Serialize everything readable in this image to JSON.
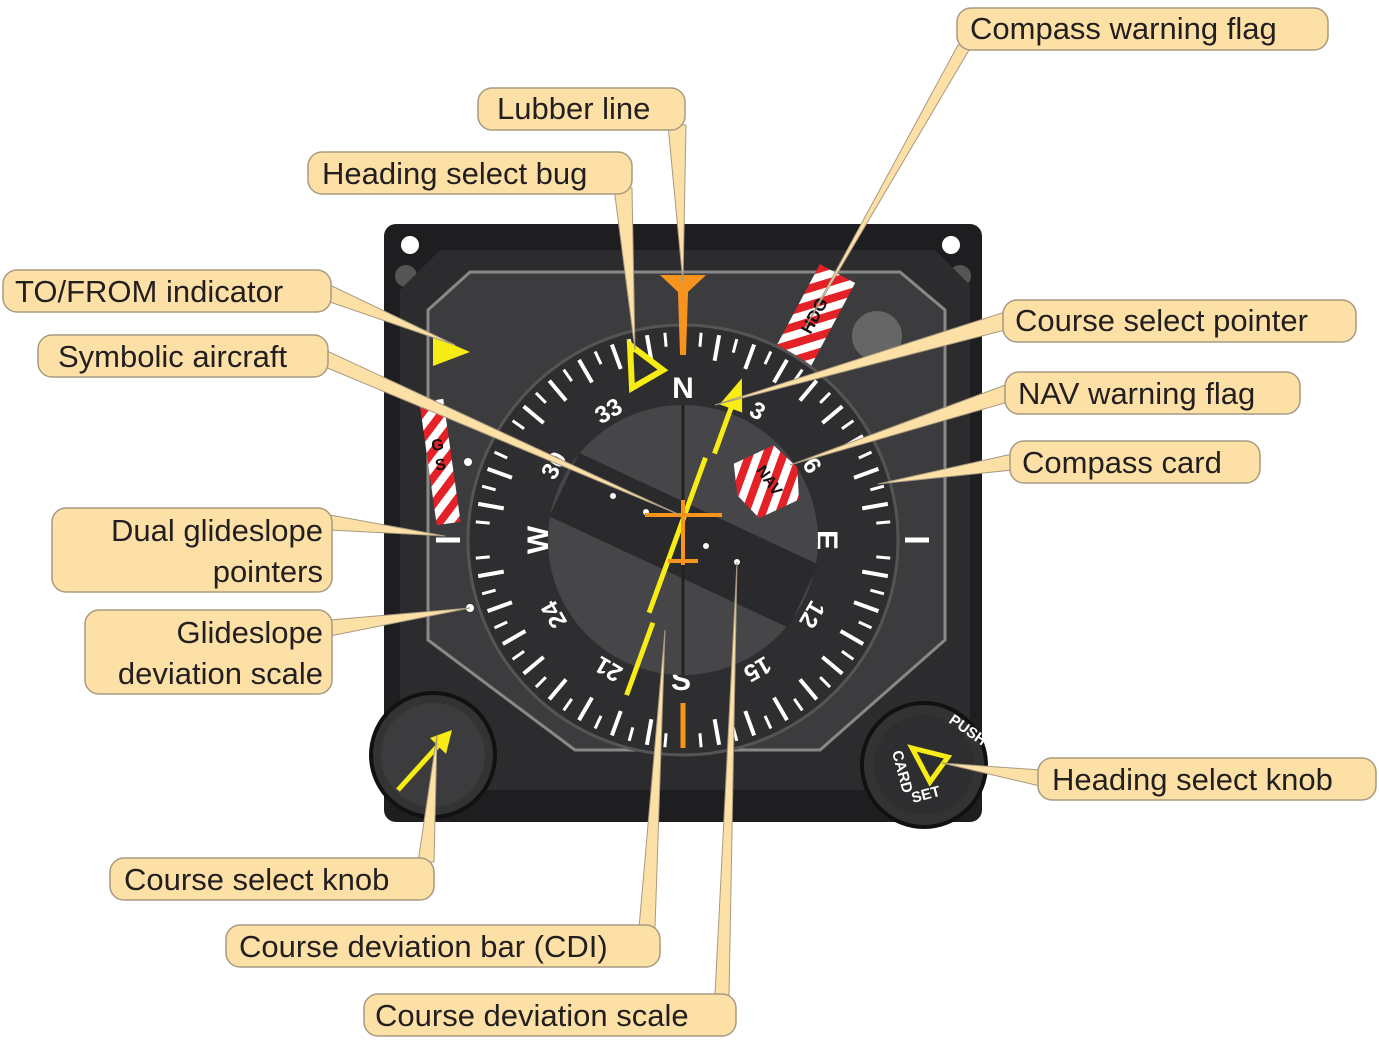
{
  "figure": {
    "title": "Horizontal situation indicator (HSI)",
    "colors": {
      "label_fill": "#fde0a6",
      "label_border": "#a89a80",
      "bezel": "#232323",
      "face": "#3a3a3c",
      "card": "#303032",
      "pointer_yellow": "#f7ec13",
      "lubber_orange": "#f7941d",
      "flag_red": "#e42127"
    }
  },
  "labels": {
    "compass_warning_flag": "Compass warning flag",
    "lubber_line": "Lubber line",
    "heading_select_bug": "Heading select bug",
    "to_from_indicator": "TO/FROM indicator",
    "course_select_pointer": "Course select pointer",
    "symbolic_aircraft": "Symbolic aircraft",
    "nav_warning_flag": "NAV warning flag",
    "compass_card": "Compass card",
    "dual_glideslope_pointers_1": "Dual glideslope",
    "dual_glideslope_pointers_2": "pointers",
    "glideslope_deviation_scale_1": "Glideslope",
    "glideslope_deviation_scale_2": "deviation scale",
    "heading_select_knob": "Heading select knob",
    "course_select_knob": "Course select knob",
    "course_deviation_bar": "Course deviation bar (CDI)",
    "course_deviation_scale": "Course deviation scale"
  },
  "instrument": {
    "card_letters": {
      "n": "N",
      "e": "E",
      "s": "S",
      "w": "W"
    },
    "card_numbers": [
      "3",
      "6",
      "12",
      "15",
      "21",
      "24",
      "30",
      "33"
    ],
    "flags": {
      "hdg": "HDG",
      "nav": "NAV",
      "gs_1": "G",
      "gs_2": "S"
    },
    "knob_text": {
      "card": "CARD",
      "push": "PUSH",
      "set": "SET"
    },
    "course_heading_deg": 20,
    "heading_bug_deg": -20
  }
}
